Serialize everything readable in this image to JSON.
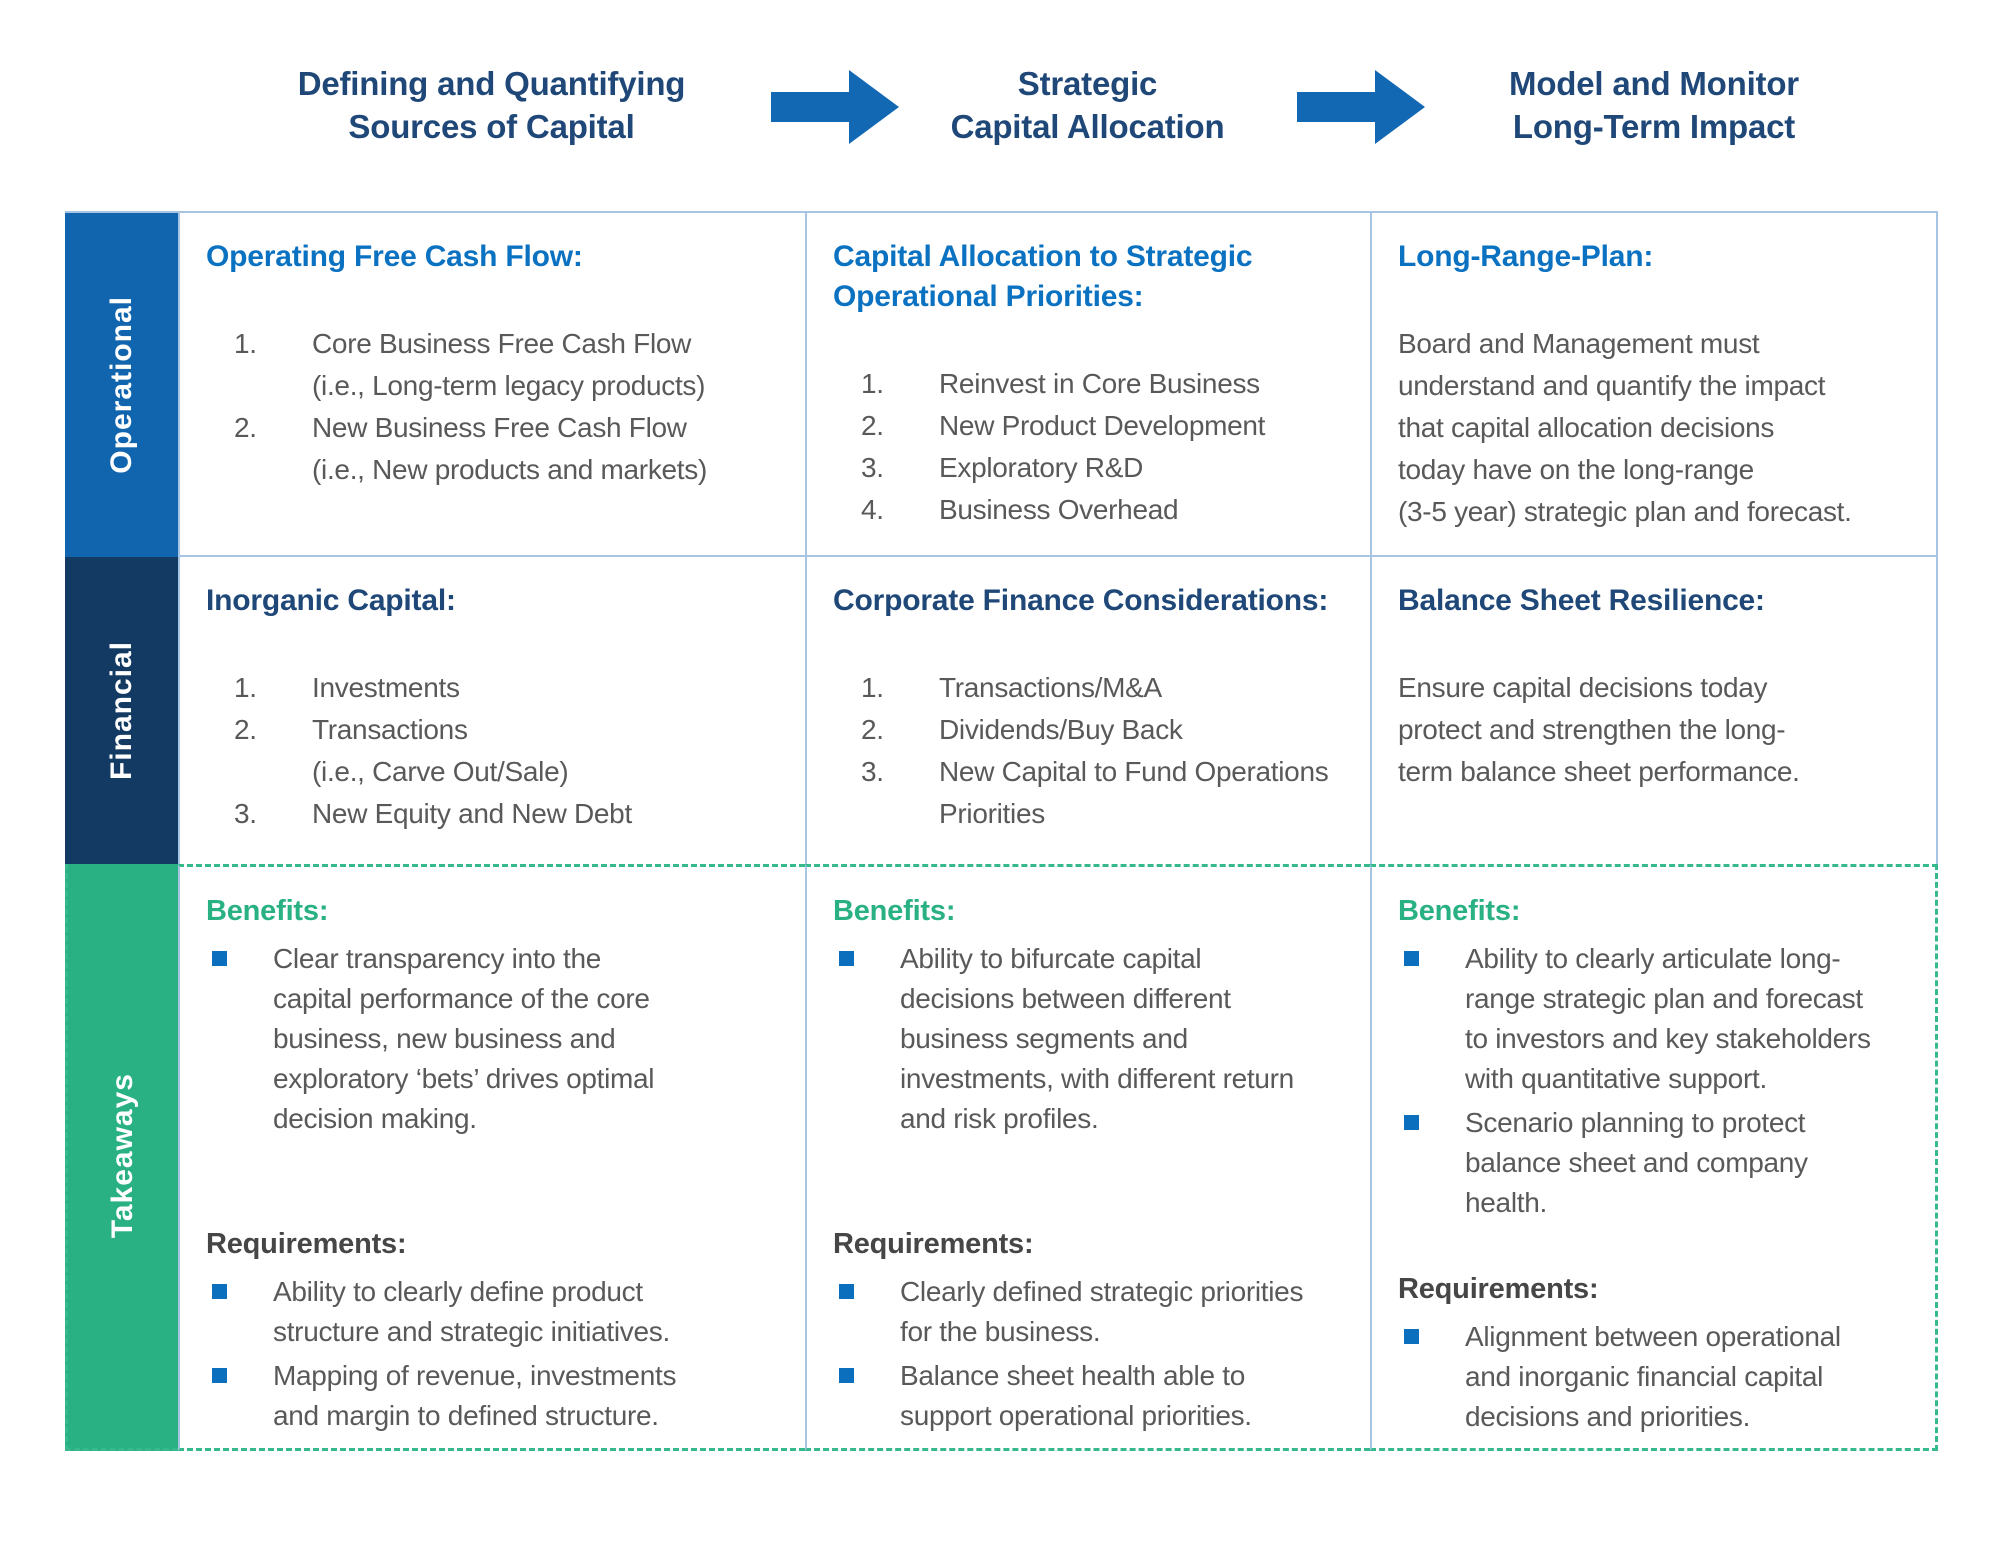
{
  "colors": {
    "header_title": "#1F4878",
    "arrow_blue": "#1268B3",
    "operational_band": "#1065AE",
    "financial_band": "#133A62",
    "takeaways_band": "#29B184",
    "bright_blue_heading": "#0B72C2",
    "navy_heading": "#1F4878",
    "green_heading": "#29B184",
    "dark_heading": "#464646",
    "body_text": "#595959",
    "bullet_square": "#0C6FBE",
    "solid_border": "#A7C4E2",
    "dashed_border": "#36BA8C"
  },
  "header": {
    "steps": [
      "Defining and Quantifying\nSources of Capital",
      "Strategic\nCapital Allocation",
      "Model and Monitor\nLong-Term Impact"
    ]
  },
  "grid": {
    "rows": [
      {
        "label": "Operational",
        "cells": [
          {
            "heading": "Operating Free Cash Flow:",
            "items": [
              "Core Business Free Cash Flow\n(i.e., Long-term legacy products)",
              "New Business Free Cash Flow\n(i.e., New products and markets)"
            ]
          },
          {
            "heading": "Capital Allocation to Strategic\nOperational Priorities:",
            "items": [
              "Reinvest in Core Business",
              "New Product Development",
              "Exploratory R&D",
              "Business Overhead"
            ]
          },
          {
            "heading": "Long-Range-Plan:",
            "paragraph": "Board and Management must\nunderstand and quantify the impact\nthat capital allocation decisions\ntoday have on the long-range\n(3-5 year) strategic plan and forecast."
          }
        ]
      },
      {
        "label": "Financial",
        "cells": [
          {
            "heading": "Inorganic Capital:",
            "items": [
              "Investments",
              "Transactions\n(i.e., Carve Out/Sale)",
              "New Equity and New Debt"
            ]
          },
          {
            "heading": "Corporate Finance Considerations:",
            "items": [
              "Transactions/M&A",
              "Dividends/Buy Back",
              "New Capital to Fund Operations\nPriorities"
            ]
          },
          {
            "heading": "Balance Sheet Resilience:",
            "paragraph": "Ensure capital decisions today\nprotect and strengthen the long-\nterm balance sheet performance."
          }
        ]
      },
      {
        "label": "Takeaways",
        "cells": [
          {
            "benefits_heading": "Benefits:",
            "benefits": [
              "Clear transparency into the\ncapital performance of the core\nbusiness, new business and\nexploratory ‘bets’ drives optimal\ndecision making."
            ],
            "requirements_heading": "Requirements:",
            "requirements": [
              "Ability to clearly define product\nstructure and strategic initiatives.",
              "Mapping of revenue, investments\nand margin to defined structure."
            ]
          },
          {
            "benefits_heading": "Benefits:",
            "benefits": [
              "Ability to bifurcate capital\ndecisions between different\nbusiness segments and\ninvestments, with different return\nand risk profiles."
            ],
            "requirements_heading": "Requirements:",
            "requirements": [
              "Clearly defined strategic priorities\nfor the business.",
              "Balance sheet health able to\nsupport operational priorities."
            ]
          },
          {
            "benefits_heading": "Benefits:",
            "benefits": [
              "Ability to clearly articulate long-\nrange strategic plan and forecast\nto investors and key stakeholders\nwith quantitative support.",
              "Scenario planning to protect\nbalance sheet and company\nhealth."
            ],
            "requirements_heading": "Requirements:",
            "requirements": [
              "Alignment between operational\nand inorganic financial capital\ndecisions and priorities."
            ]
          }
        ]
      }
    ]
  }
}
